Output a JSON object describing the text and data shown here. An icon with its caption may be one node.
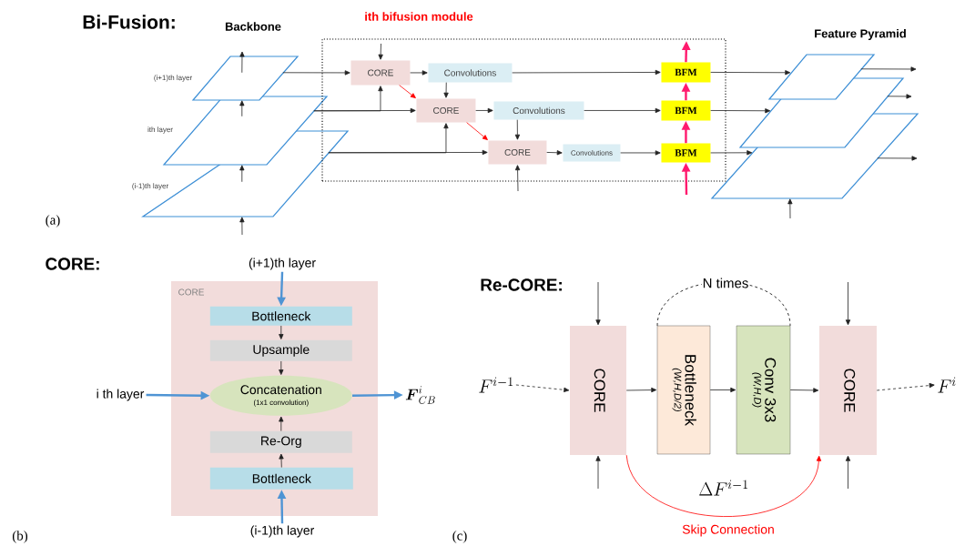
{
  "diagram": {
    "nodes": [
      {
        "text": [],
        "shape": "parallelogram",
        "beside": [
          "(i+1)th layer"
        ]
      },
      {
        "text": [],
        "shape": "parallelogram",
        "beside": [
          "ith layer"
        ]
      },
      {
        "text": [],
        "shape": "parallelogram",
        "beside": [
          "(i-1)th layer"
        ]
      },
      {
        "text": [
          "ith bifusion module"
        ]
      },
      {
        "text": [
          "CORE"
        ],
        "in": 3
      },
      {
        "text": [
          "Convolutions"
        ],
        "in": 3
      },
      {
        "text": [
          "BFM"
        ],
        "in": 3
      },
      {
        "text": [
          "CORE"
        ],
        "in": 3
      },
      {
        "text": [
          "Convolutions"
        ],
        "in": 3
      },
      {
        "text": [
          "BFM"
        ],
        "in": 3
      },
      {
        "text": [
          "CORE"
        ],
        "in": 3
      },
      {
        "text": [
          "Convolutions"
        ],
        "in": 3
      },
      {
        "text": [
          "BFM"
        ],
        "in": 3
      },
      {
        "text": [],
        "shape": "parallelogram"
      },
      {
        "text": [],
        "shape": "parallelogram"
      },
      {
        "text": [],
        "shape": "parallelogram"
      },
      {
        "text": [
          "(i+1)th layer"
        ]
      },
      {
        "text": [
          "CORE"
        ]
      },
      {
        "text": [
          "Bottleneck"
        ],
        "in": 17
      },
      {
        "text": [
          "Upsample"
        ],
        "in": 17
      },
      {
        "text": [
          "i th layer"
        ]
      },
      {
        "text": [
          "Concatenation",
          "(1x1 convolution)"
        ],
        "in": 17
      },
      {
        "text": [
          "\\boldsymbol{F}^{i}_{CB}"
        ]
      },
      {
        "text": [
          "Re-Org"
        ],
        "in": 17
      },
      {
        "text": [
          "Bottleneck"
        ],
        "in": 17
      },
      {
        "text": [
          "(i-1)th layer"
        ]
      },
      {
        "text": [
          "F^{i-1}"
        ]
      },
      {
        "text": [
          "CORE"
        ]
      },
      {
        "text": [
          "Bottleneck",
          "(W,H,D/2)"
        ]
      },
      {
        "text": [
          "Conv 3x3",
          "(W,H,D)"
        ]
      },
      {
        "text": [
          "CORE"
        ]
      },
      {
        "text": [
          "F^{i}"
        ]
      }
    ],
    "edges": [
      {
        "from": 0,
        "to": 4,
        "arrow": "to"
      },
      {
        "from": 1,
        "to": 7,
        "arrow": "to"
      },
      {
        "from": 1,
        "to": 4,
        "arrow": "to"
      },
      {
        "from": 2,
        "to": 10,
        "arrow": "to"
      },
      {
        "from": 2,
        "to": 7,
        "arrow": "to"
      },
      {
        "from": null,
        "to": 4,
        "arrow": "to"
      },
      {
        "from": null,
        "to": 10,
        "arrow": "to"
      },
      {
        "from": 4,
        "to": 5,
        "arrow": "to"
      },
      {
        "from": 7,
        "to": 8,
        "arrow": "to"
      },
      {
        "from": 10,
        "to": 11,
        "arrow": "to"
      },
      {
        "from": 5,
        "to": 7,
        "arrow": "to"
      },
      {
        "from": 8,
        "to": 10,
        "arrow": "to"
      },
      {
        "from": 4,
        "to": 7,
        "arrow": "to",
        "color": "#ff0000"
      },
      {
        "from": 7,
        "to": 10,
        "arrow": "to",
        "color": "#ff0000"
      },
      {
        "from": 5,
        "to": 6,
        "arrow": "to"
      },
      {
        "from": 8,
        "to": 9,
        "arrow": "to"
      },
      {
        "from": 11,
        "to": 12,
        "arrow": "to"
      },
      {
        "from": null,
        "to": 12,
        "arrow": "to",
        "style": "thick",
        "color": "#ff1a6e"
      },
      {
        "from": 12,
        "to": 9,
        "arrow": "to",
        "style": "thick",
        "color": "#ff1a6e"
      },
      {
        "from": 9,
        "to": 6,
        "arrow": "to",
        "style": "thick",
        "color": "#ff1a6e"
      },
      {
        "from": 6,
        "to": null,
        "arrow": "to",
        "style": "thick",
        "color": "#ff1a6e"
      },
      {
        "from": 6,
        "to": 13,
        "arrow": "to"
      },
      {
        "from": 9,
        "to": 14,
        "arrow": "to"
      },
      {
        "from": 12,
        "to": 15,
        "arrow": "to"
      },
      {
        "from": null,
        "to": 2,
        "arrow": "to"
      },
      {
        "from": 2,
        "to": 1,
        "arrow": "to"
      },
      {
        "from": 1,
        "to": 0,
        "arrow": "to"
      },
      {
        "from": 0,
        "to": null,
        "arrow": "to"
      },
      {
        "from": null,
        "to": 15,
        "arrow": "to"
      },
      {
        "from": 13,
        "to": null,
        "arrow": "to"
      },
      {
        "from": 14,
        "to": null,
        "arrow": "to"
      },
      {
        "from": 15,
        "to": null,
        "arrow": "to"
      },
      {
        "from": 16,
        "to": 18,
        "arrow": "to",
        "style": "thick",
        "color": "#4f94d4"
      },
      {
        "from": 25,
        "to": 24,
        "arrow": "to",
        "style": "thick",
        "color": "#4f94d4"
      },
      {
        "from": 20,
        "to": 21,
        "arrow": "to",
        "style": "thick",
        "color": "#4f94d4"
      },
      {
        "from": 21,
        "to": 22,
        "arrow": "to",
        "style": "thick",
        "color": "#4f94d4"
      },
      {
        "from": 18,
        "to": 19,
        "arrow": "to"
      },
      {
        "from": 19,
        "to": 21,
        "arrow": "to"
      },
      {
        "from": 23,
        "to": 21,
        "arrow": "to"
      },
      {
        "from": 24,
        "to": 23,
        "arrow": "to"
      },
      {
        "from": 26,
        "to": 27,
        "arrow": "to",
        "style": "dashed"
      },
      {
        "from": 27,
        "to": 28,
        "arrow": "to"
      },
      {
        "from": 28,
        "to": 29,
        "arrow": "to"
      },
      {
        "from": 29,
        "to": 30,
        "arrow": "to"
      },
      {
        "from": 30,
        "to": 31,
        "arrow": "to",
        "style": "dashed"
      },
      {
        "from": null,
        "to": 27,
        "arrow": "to"
      },
      {
        "from": null,
        "to": 27,
        "arrow": "to"
      },
      {
        "from": null,
        "to": 30,
        "arrow": "to"
      },
      {
        "from": null,
        "to": 30,
        "arrow": "to"
      },
      {
        "from": 27,
        "to": 30,
        "arrow": "to",
        "label": "Skip Connection",
        "color": "#ff0000"
      }
    ],
    "labels": [
      "Bi-Fusion:",
      "Backbone",
      "Feature Pyramid",
      "(a)",
      "CORE:",
      "Re-CORE:",
      "N times",
      "\\Delta F^{i-1}",
      "(b)",
      "(c)"
    ]
  }
}
